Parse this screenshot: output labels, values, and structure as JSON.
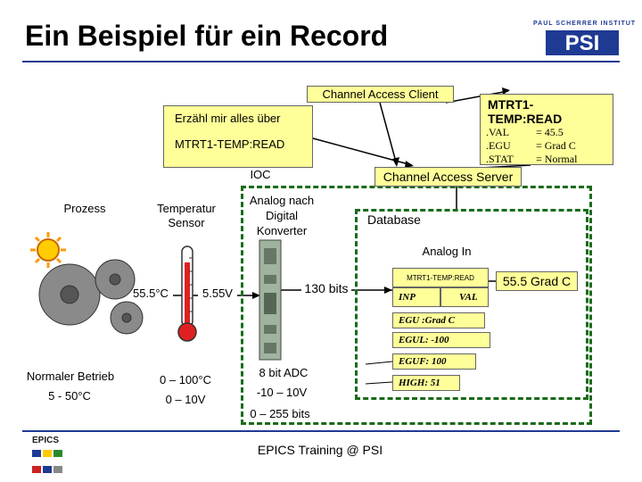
{
  "slide": {
    "title": "Ein Beispiel für ein Record",
    "footer": "EPICS Training @ PSI"
  },
  "logo": {
    "institute_text": "PAUL SCHERRER INSTITUT",
    "letters": "PSI",
    "epics_text": "EPICS"
  },
  "client": {
    "label": "Channel Access Client",
    "request_line1": "Erzähl mir alles über",
    "request_line2": "MTRT1-TEMP:READ"
  },
  "record_info": {
    "name": "MTRT1-TEMP:READ",
    "fields": [
      {
        "key": ".VAL",
        "value": "= 45.5"
      },
      {
        "key": ".EGU",
        "value": "= Grad C"
      },
      {
        "key": ".STAT",
        "value": "= Normal"
      }
    ]
  },
  "ioc": {
    "label": "IOC",
    "server_label": "Channel Access Server",
    "converter_label": "Analog nach Digital Konverter",
    "database_label": "Database"
  },
  "record": {
    "type": "Analog In",
    "name": "MTRT1-TEMP:READ",
    "inp": "INP",
    "val": "VAL",
    "egu": "EGU  :Grad  C",
    "egul": "EGUL:  -100",
    "eguf": "EGUF:  100",
    "high": "HIGH:  51",
    "display_value": "55.5 Grad C"
  },
  "process": {
    "label": "Prozess",
    "sensor_label": "Temperatur Sensor",
    "temperature": "55.5°C",
    "voltage": "5.55V",
    "bits": "130 bits"
  },
  "ranges": {
    "normal_label": "Normaler Betrieb",
    "normal_range": "5 - 50°C",
    "sensor_range_temp": "0 – 100°C",
    "sensor_range_volt": "0 – 10V",
    "adc_label": "8 bit ADC",
    "adc_volt": "-10 – 10V",
    "adc_bits": "0 – 255 bits"
  },
  "colors": {
    "accent": "#1f3a93",
    "box": "#ffff99",
    "dash": "#1a6b1a"
  }
}
